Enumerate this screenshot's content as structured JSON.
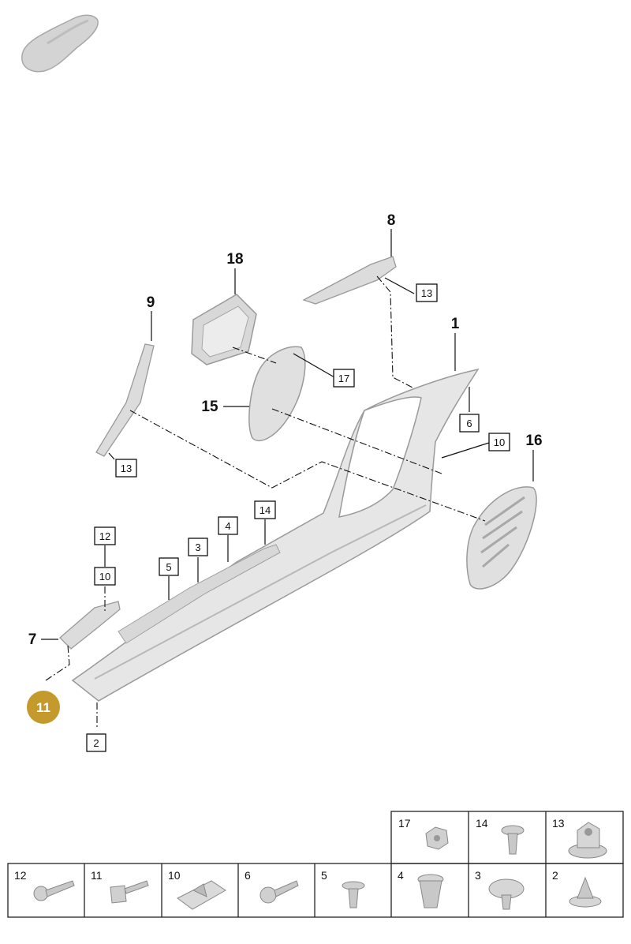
{
  "colors": {
    "highlight_badge": "#c39a2b",
    "part_fill": "#e2e2e2",
    "part_stroke": "#9a9a9a"
  },
  "icons": {
    "vehicle": "car-thumbnail-icon"
  },
  "callouts": {
    "p1": "1",
    "p7": "7",
    "p8": "8",
    "p9": "9",
    "p15": "15",
    "p16": "16",
    "p18": "18"
  },
  "boxes": {
    "b2": "2",
    "b3": "3",
    "b4": "4",
    "b5": "5",
    "b6": "6",
    "b10a": "10",
    "b10b": "10",
    "b12": "12",
    "b13a": "13",
    "b13b": "13",
    "b14": "14",
    "b17": "17"
  },
  "highlight": {
    "label": "11"
  },
  "fastener_table": {
    "top_row": [
      "17",
      "14",
      "13"
    ],
    "bottom_row": [
      "12",
      "11",
      "10",
      "6",
      "5",
      "4",
      "3",
      "2"
    ]
  }
}
